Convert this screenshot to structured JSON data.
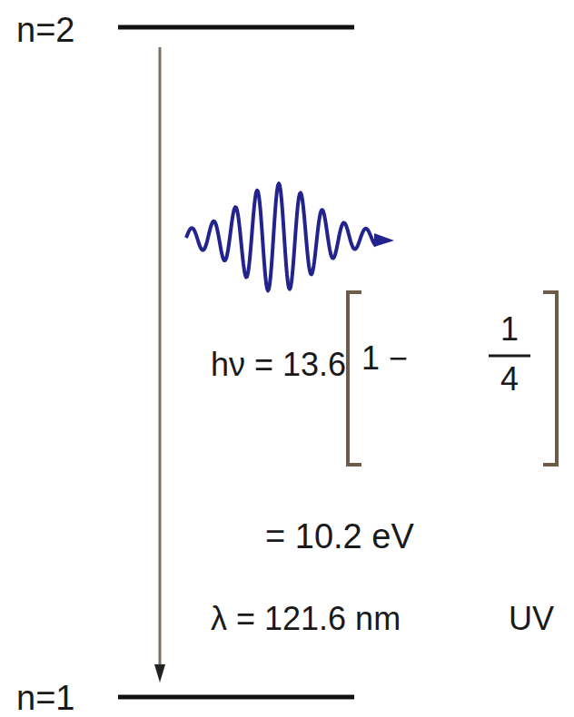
{
  "diagram": {
    "labels": [
      "n=2",
      "n=1",
      "hν = 13.6",
      "1 −",
      "1",
      "4",
      "= 10.2 eV",
      "λ = 121.6 nm",
      "UV"
    ]
  }
}
